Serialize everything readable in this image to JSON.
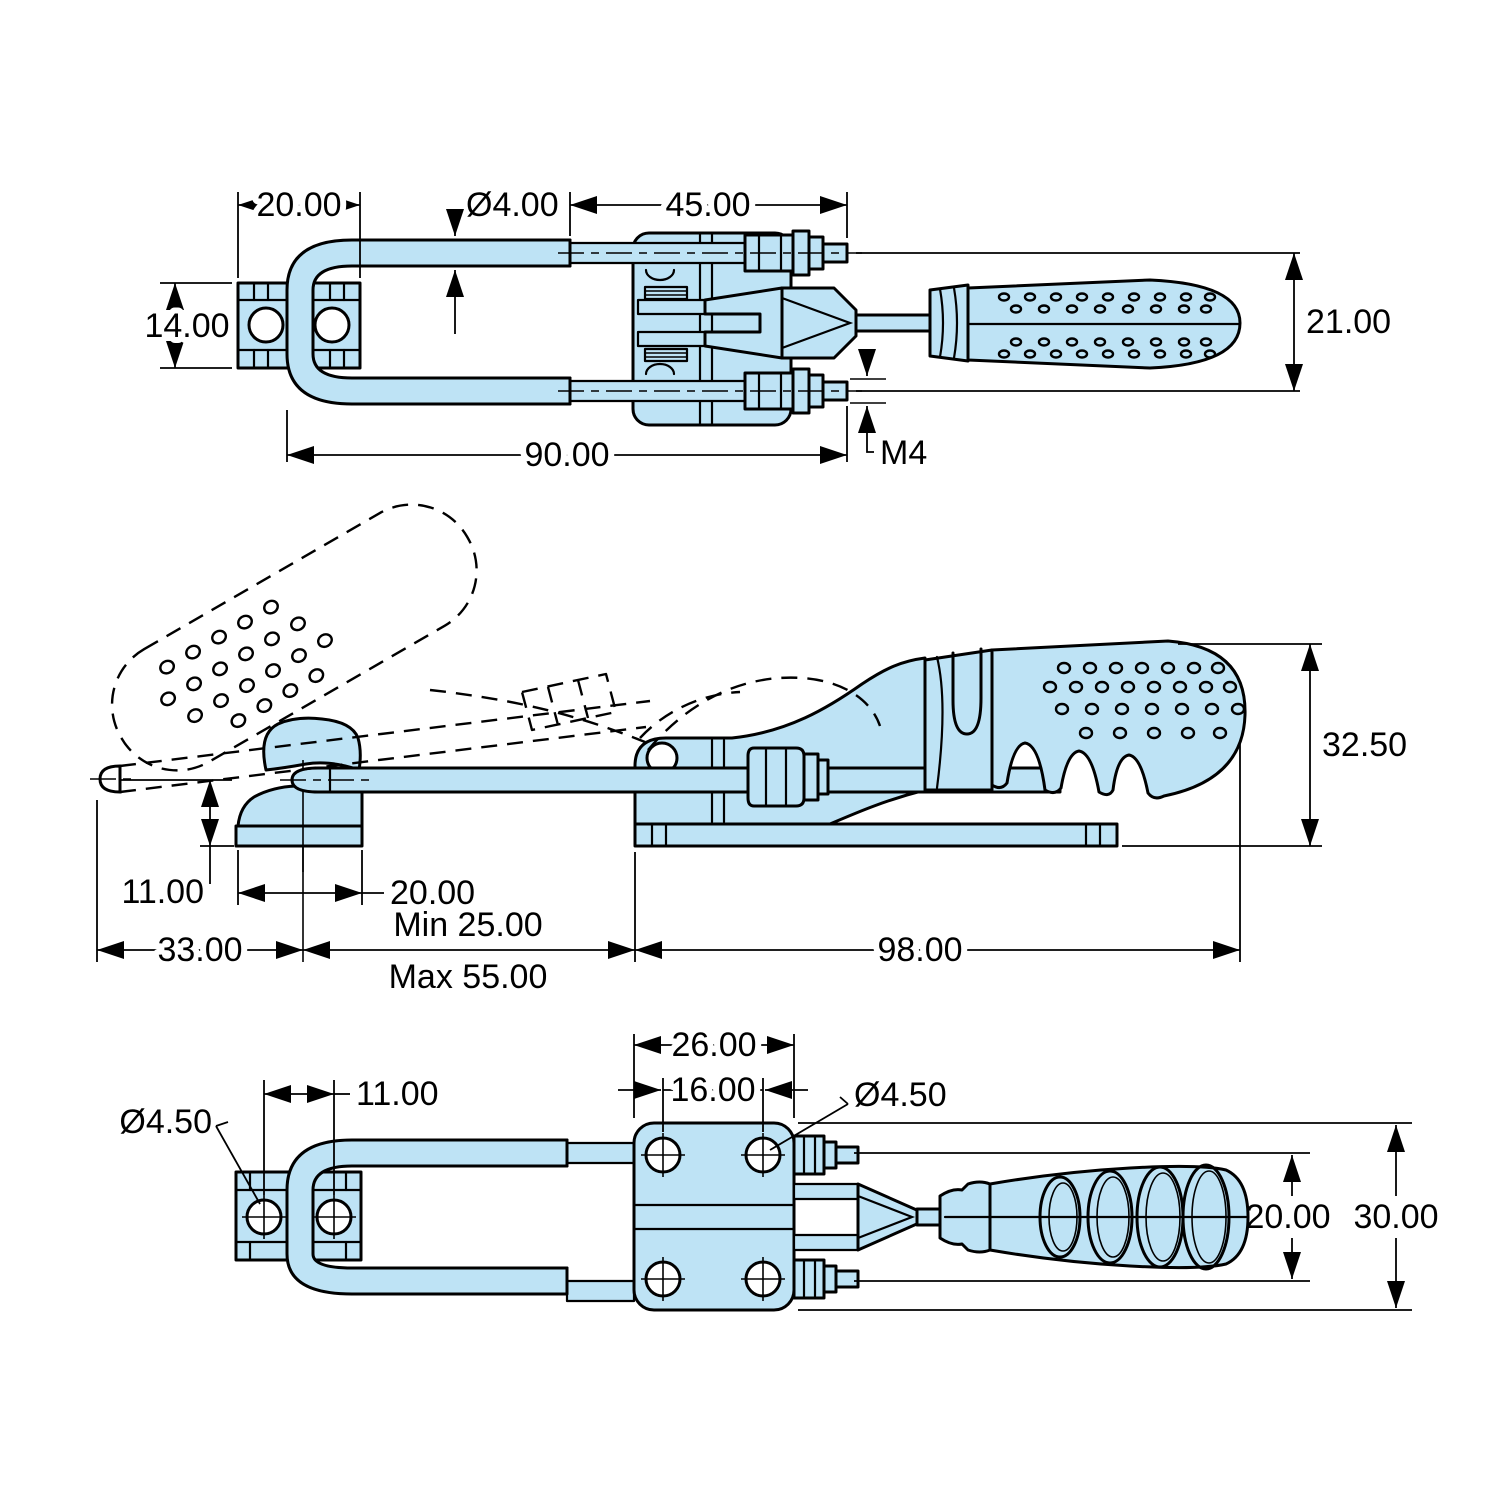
{
  "page": {
    "background": "#FFFFFF"
  },
  "drawing": {
    "kind": "engineering-three-view-drawing",
    "subject": "latch-action-toggle-clamp",
    "part_fill": "#BEE3F5",
    "line_color": "#000000",
    "top_view": {
      "dims": {
        "bracket_width": "20.00",
        "rod_diameter": "Ø4.00",
        "thread_length": "45.00",
        "bracket_height": "14.00",
        "overall_length": "90.00",
        "handle_height": "21.00",
        "thread_size": "M4"
      }
    },
    "side_view": {
      "dims": {
        "overall_height": "32.50",
        "catch_height": "11.00",
        "base_width": "20.00",
        "reach_min": "Min 25.00",
        "reach_max": "Max 55.00",
        "hook_reach": "33.00",
        "body_length": "98.00"
      }
    },
    "bottom_view": {
      "dims": {
        "plate_width": "26.00",
        "plate_hole_spacing": "16.00",
        "plate_hole_diameter": "Ø4.50",
        "bracket_hole_spacing": "11.00",
        "bracket_hole_diameter": "Ø4.50",
        "handle_width": "20.00",
        "overall_width": "30.00"
      }
    }
  }
}
